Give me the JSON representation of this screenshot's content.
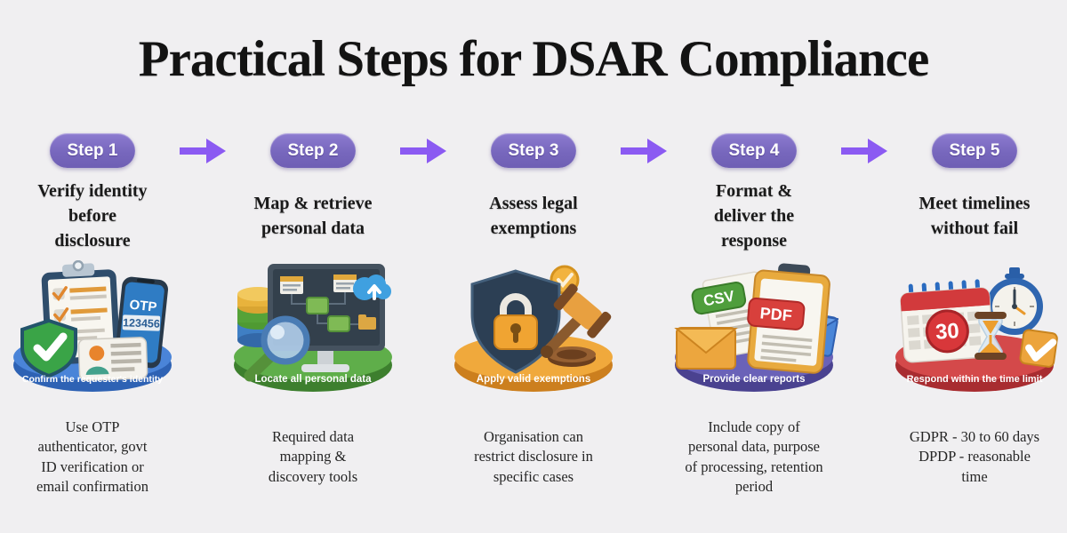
{
  "page": {
    "title": "Practical Steps for DSAR Compliance",
    "background_color": "#f0eff1",
    "badge_color": "#7a68c0",
    "arrow_color": "#8b5af2"
  },
  "steps": [
    {
      "badge": "Step 1",
      "title_lines": [
        "Verify identity",
        "before",
        "disclosure"
      ],
      "caption": "Confirm the requester's identity",
      "description_lines": [
        "Use OTP",
        "authenticator, govt",
        "ID verification or",
        "email confirmation"
      ],
      "base_color": "#2e62b4",
      "icons": [
        "clipboard-checklist",
        "smartphone-otp",
        "shield-check",
        "id-card"
      ],
      "labels": {
        "otp": "OTP",
        "otp_code": "123456"
      }
    },
    {
      "badge": "Step 2",
      "title_lines": [
        "Map & retrieve",
        "personal data"
      ],
      "caption": "Locate all personal data",
      "description_lines": [
        "Required data",
        "mapping &",
        "discovery tools"
      ],
      "base_color": "#3d7f2e",
      "icons": [
        "monitor-data-map",
        "cloud-upload",
        "database-stack",
        "magnifying-glass"
      ]
    },
    {
      "badge": "Step 3",
      "title_lines": [
        "Assess legal",
        "exemptions"
      ],
      "caption": "Apply valid exemptions",
      "description_lines": [
        "Organisation can",
        "restrict disclosure in",
        "specific cases"
      ],
      "base_color": "#cc7f1e",
      "icons": [
        "shield-padlock",
        "gavel",
        "coin-check"
      ]
    },
    {
      "badge": "Step 4",
      "title_lines": [
        "Format &",
        "deliver the",
        "response"
      ],
      "caption": "Provide clear reports",
      "description_lines": [
        "Include copy of",
        "personal data, purpose",
        "of processing, retention",
        "period"
      ],
      "base_color": "#4a4290",
      "icons": [
        "csv-document",
        "pdf-clipboard",
        "orange-envelope",
        "blue-envelope"
      ],
      "labels": {
        "csv": "CSV",
        "pdf": "PDF"
      }
    },
    {
      "badge": "Step 5",
      "title_lines": [
        "Meet timelines",
        "without fail"
      ],
      "caption": "Respond within the time limit",
      "description_lines": [
        "GDPR - 30 to 60 days",
        "DPDP - reasonable",
        "time"
      ],
      "base_color": "#a82c30",
      "icons": [
        "calendar-day-30",
        "stopwatch",
        "hourglass",
        "folder-check"
      ],
      "labels": {
        "calendar_day": "30"
      }
    }
  ]
}
